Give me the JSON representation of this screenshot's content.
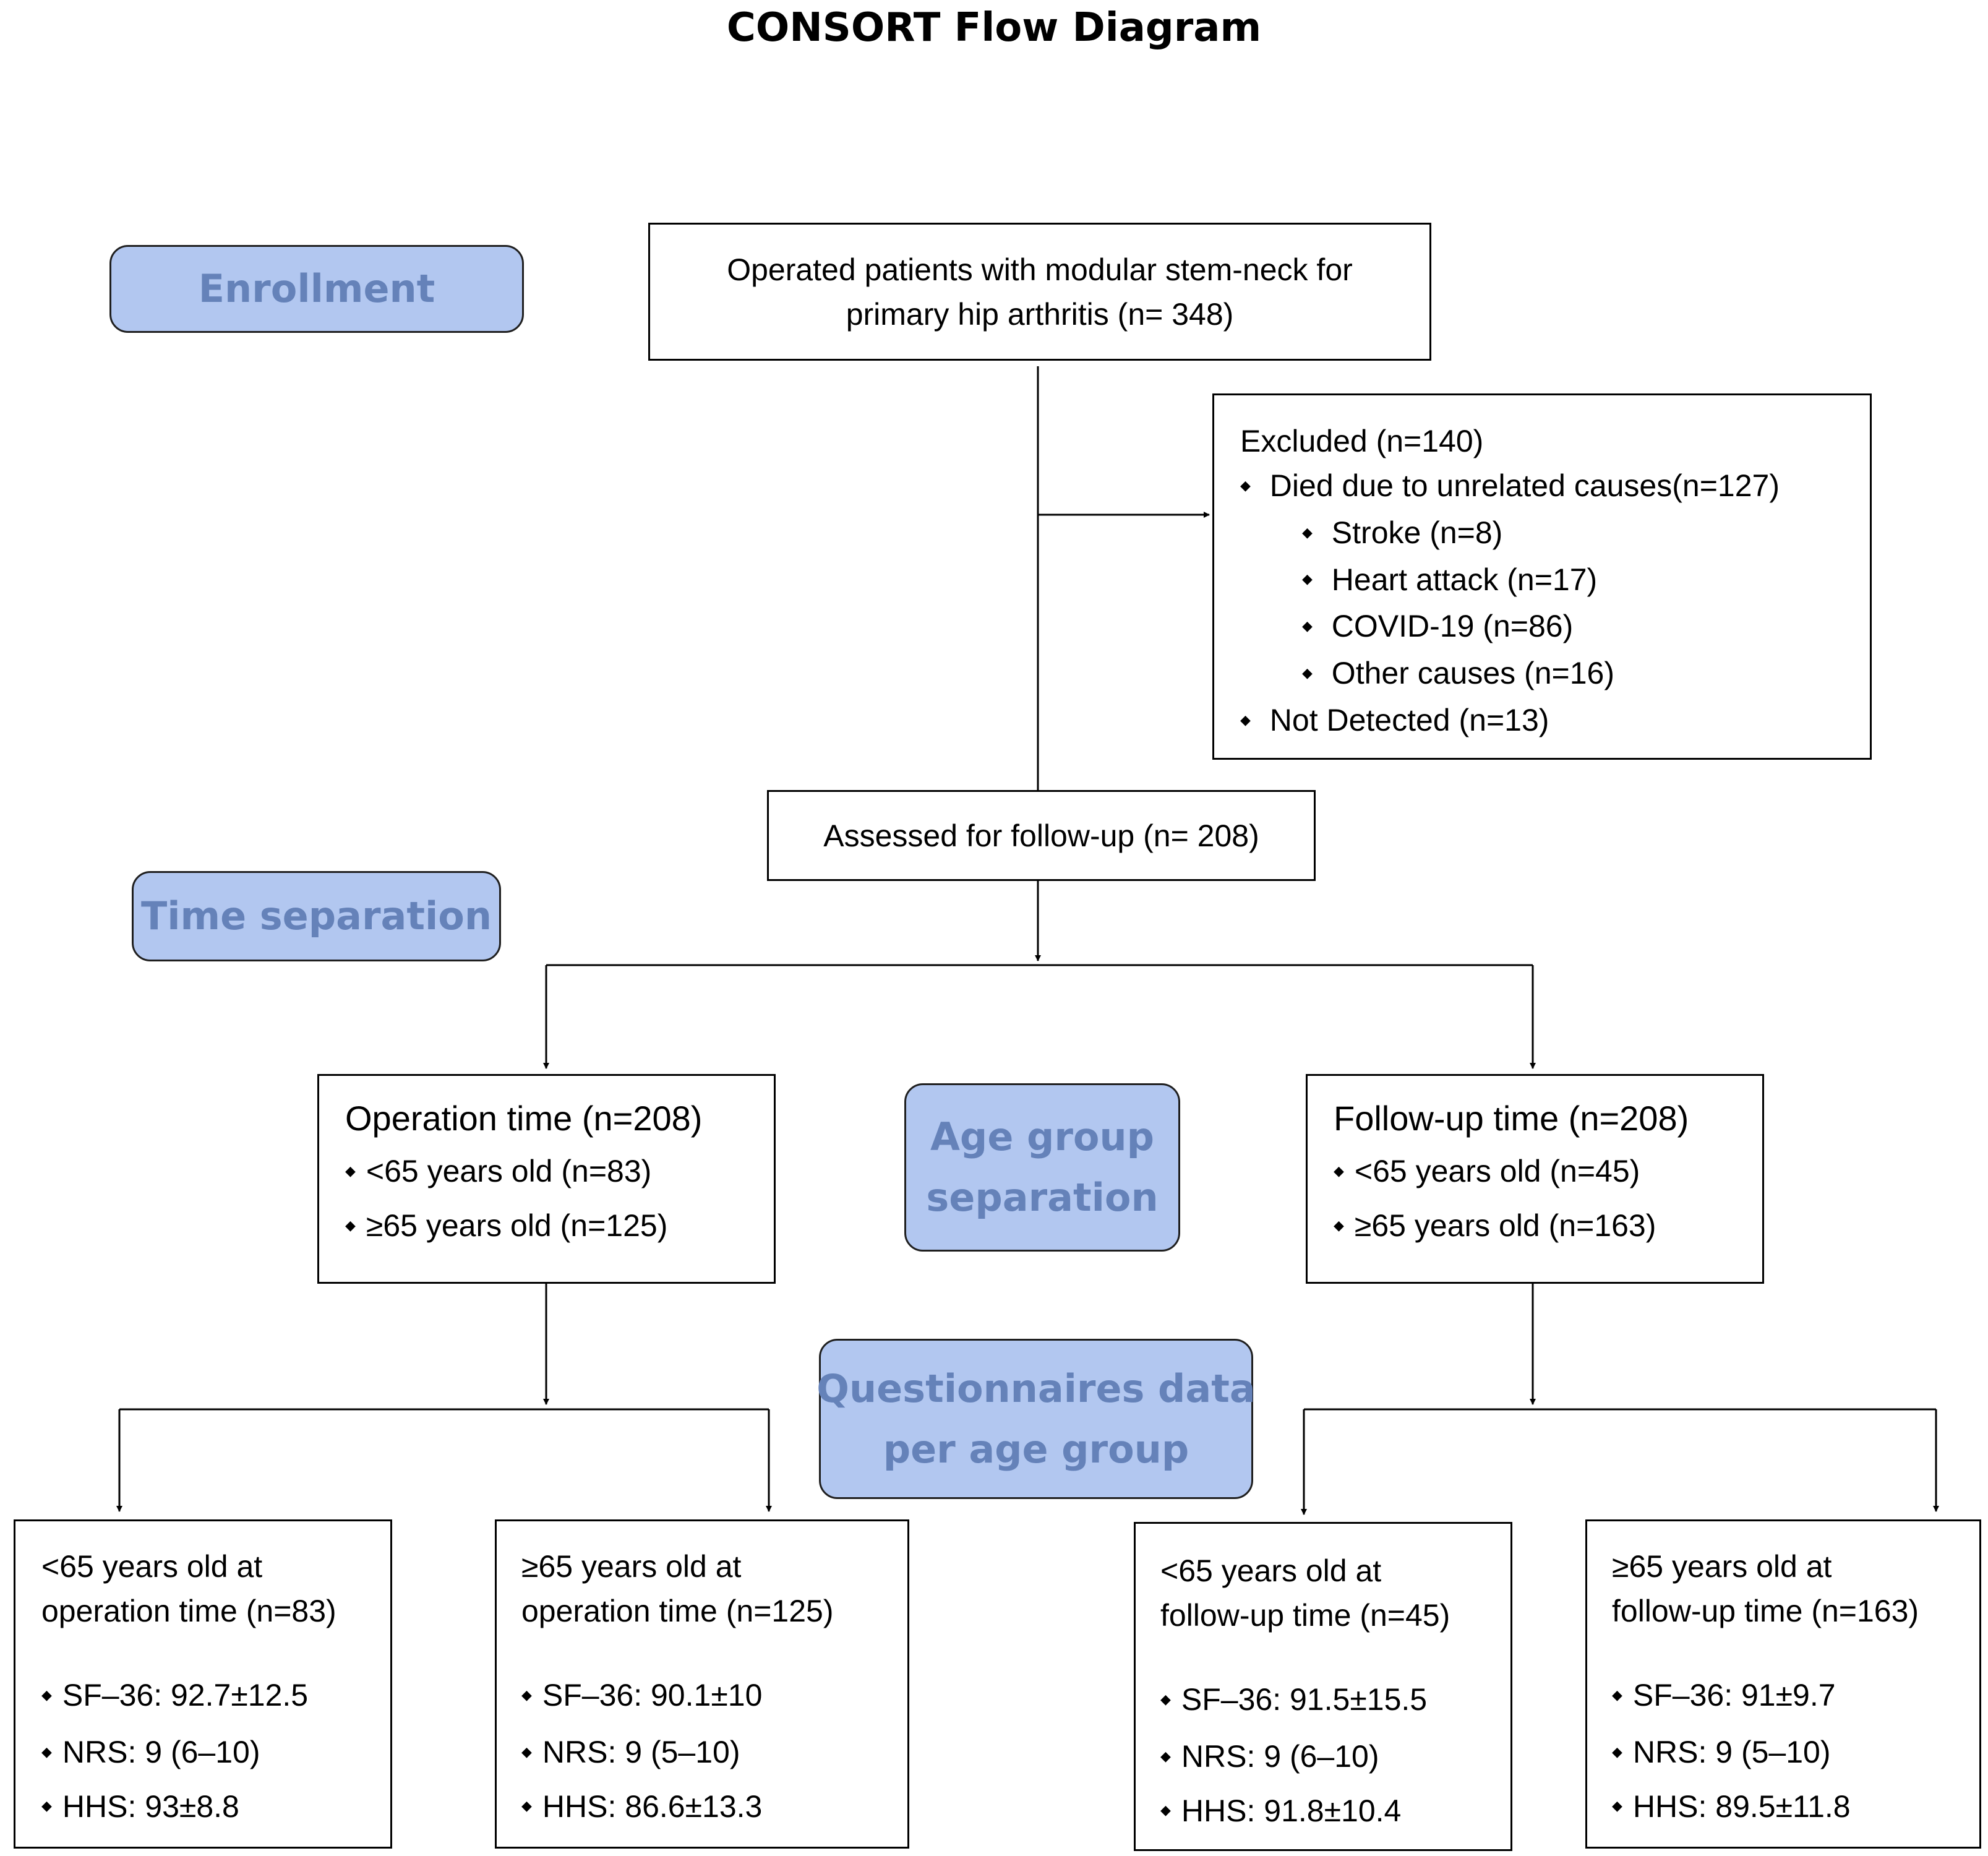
{
  "title": "CONSORT Flow Diagram",
  "phases": {
    "enrollment": "Enrollment",
    "time_separation": "Time separation",
    "age_group_line1": "Age group",
    "age_group_line2": "separation",
    "questionnaires_line1": "Questionnaires data",
    "questionnaires_line2": "per age group"
  },
  "enrollment_box": {
    "line1": "Operated patients with modular stem-neck for",
    "line2": "primary hip arthritis (n= 348)"
  },
  "excluded": {
    "header": "Excluded (n=140)",
    "died": "Died due to unrelated causes(n=127)",
    "stroke": "Stroke (n=8)",
    "heart": "Heart attack (n=17)",
    "covid": "COVID-19 (n=86)",
    "other": "Other causes (n=16)",
    "not_detected": "Not Detected (n=13)"
  },
  "assessed": "Assessed for follow-up (n= 208)",
  "operation": {
    "title": "Operation time (n=208)",
    "under": "<65 years old (n=83)",
    "over": "≥65 years old (n=125)"
  },
  "followup": {
    "title": "Follow-up time (n=208)",
    "under": "<65 years old (n=45)",
    "over": "≥65 years old (n=163)"
  },
  "results": [
    {
      "line1": "<65 years old at",
      "line2": "operation time (n=83)",
      "sf36": "SF–36: 92.7±12.5",
      "nrs": "NRS: 9 (6–10)",
      "hhs": "HHS: 93±8.8"
    },
    {
      "line1": "≥65 years old at",
      "line2": "operation time (n=125)",
      "sf36": "SF–36: 90.1±10",
      "nrs": "NRS: 9 (5–10)",
      "hhs": "HHS: 86.6±13.3"
    },
    {
      "line1": "<65 years old at",
      "line2": "follow-up time (n=45)",
      "sf36": "SF–36: 91.5±15.5",
      "nrs": "NRS: 9 (6–10)",
      "hhs": "HHS: 91.8±10.4"
    },
    {
      "line1": "≥65 years old at",
      "line2": "follow-up time (n=163)",
      "sf36": "SF–36: 91±9.7",
      "nrs": "NRS: 9 (5–10)",
      "hhs": "HHS: 89.5±11.8"
    }
  ]
}
